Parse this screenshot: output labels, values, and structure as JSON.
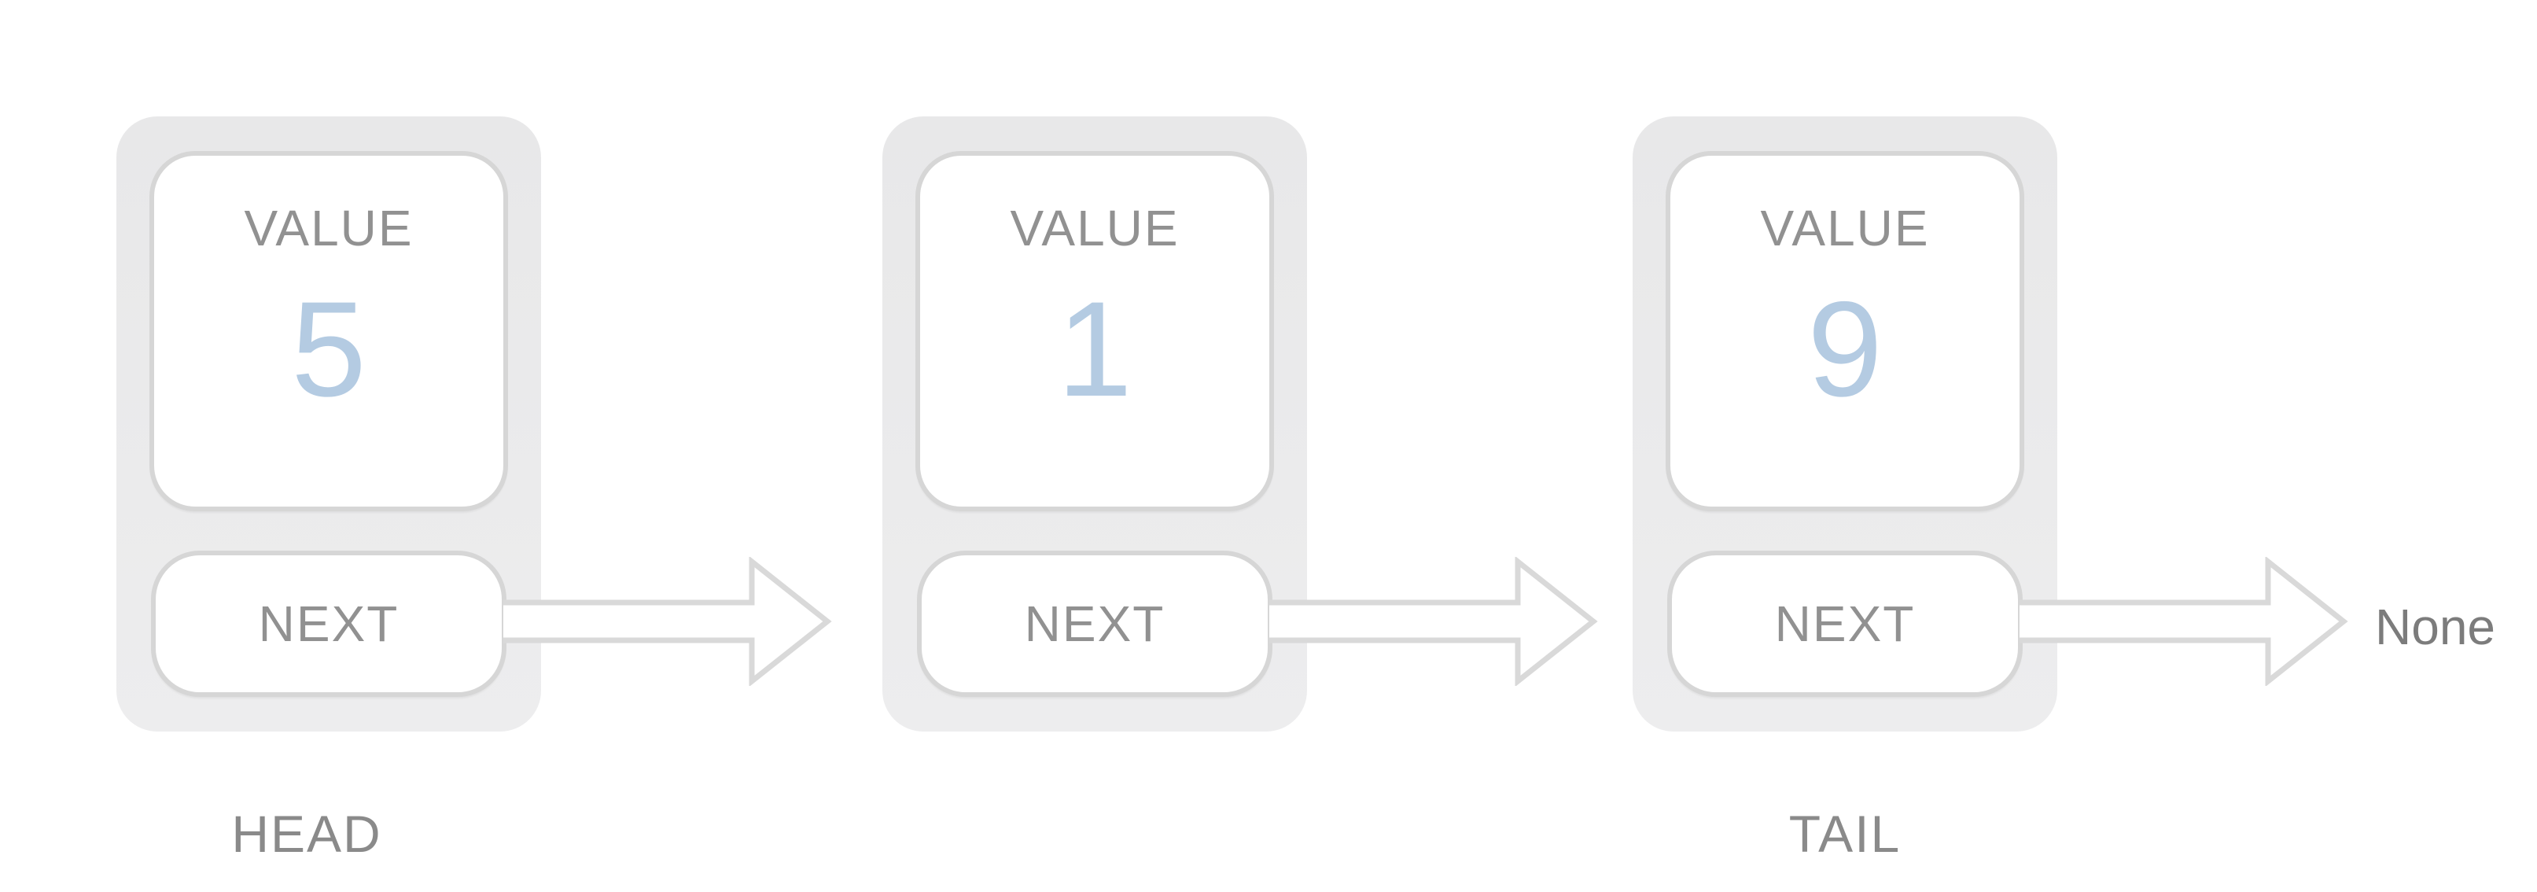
{
  "diagram": {
    "type": "singly-linked-list",
    "nodes": [
      {
        "value_label": "VALUE",
        "value": "5",
        "next_label": "NEXT",
        "tag": "HEAD"
      },
      {
        "value_label": "VALUE",
        "value": "1",
        "next_label": "NEXT",
        "tag": ""
      },
      {
        "value_label": "VALUE",
        "value": "9",
        "next_label": "NEXT",
        "tag": "TAIL"
      }
    ],
    "terminator": "None",
    "colors": {
      "node_background": "#e9e9ea",
      "box_border": "#d6d6d6",
      "box_fill": "#ffffff",
      "label_text": "#919191",
      "value_text": "#b4cbe2",
      "tag_text": "#8a8a8a",
      "terminator_text": "#7c7c7c",
      "arrow_outline": "#d9d9d9"
    }
  }
}
